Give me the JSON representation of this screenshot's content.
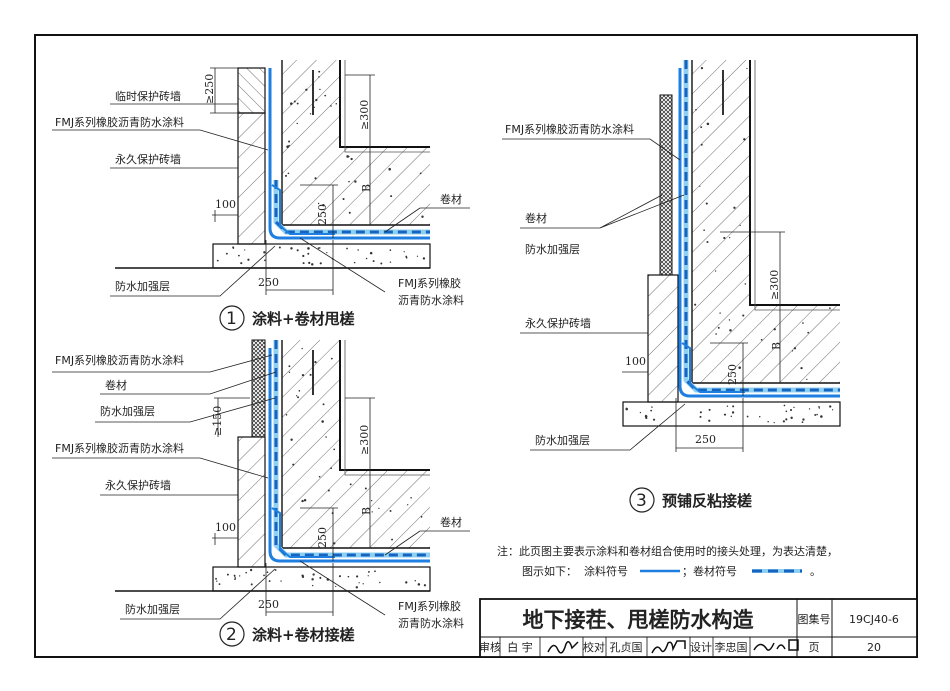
{
  "colors": {
    "coating": "#1e7fe0",
    "membrane_light": "#8fd0f2",
    "membrane_dash": "#1565c0",
    "line": "#222222"
  },
  "details": [
    {
      "number": "1",
      "caption": "涂料+卷材甩槎",
      "labels": {
        "temp_wall": "临时保护砖墙",
        "coating": "FMJ系列橡胶沥青防水涂料",
        "perm_wall": "永久保护砖墙",
        "membrane": "卷材",
        "reinforce": "防水加强层",
        "coating_b1": "FMJ系列橡胶",
        "coating_b2": "沥青防水涂料"
      },
      "dims": {
        "top": "≥250",
        "right": "≥300",
        "wall": "100",
        "vert": "250",
        "horiz": "250",
        "slab": "B"
      }
    },
    {
      "number": "2",
      "caption": "涂料+卷材接槎",
      "labels": {
        "coating_top": "FMJ系列橡胶沥青防水涂料",
        "membrane_top": "卷材",
        "reinforce_top": "防水加强层",
        "coating": "FMJ系列橡胶沥青防水涂料",
        "perm_wall": "永久保护砖墙",
        "membrane": "卷材",
        "reinforce": "防水加强层",
        "coating_b1": "FMJ系列橡胶",
        "coating_b2": "沥青防水涂料"
      },
      "dims": {
        "top": "≥150",
        "right": "≥300",
        "wall": "100",
        "vert": "250",
        "horiz": "250",
        "slab": "B"
      }
    },
    {
      "number": "3",
      "caption": "预铺反粘接槎",
      "labels": {
        "coating": "FMJ系列橡胶沥青防水涂料",
        "membrane": "卷材",
        "reinforce_top": "防水加强层",
        "perm_wall": "永久保护砖墙",
        "reinforce": "防水加强层"
      },
      "dims": {
        "right": "≥300",
        "wall": "100",
        "vert": "250",
        "horiz": "250",
        "slab": "B"
      }
    }
  ],
  "note": {
    "line1": "注：此页图主要表示涂料和卷材组合使用时的接头处理，为表达清楚，",
    "line2_prefix": "图示如下：",
    "coating_symbol_label": "涂料符号",
    "membrane_symbol_label": "；卷材符号",
    "end": "。"
  },
  "title_block": {
    "title": "地下接茬、甩槎防水构造",
    "atlas_label": "图集号",
    "atlas_no": "19CJ40-6",
    "review_label": "审核",
    "reviewer": "白 宇",
    "check_label": "校对",
    "checker": "孔贞国",
    "design_label": "设计",
    "designer": "李忠国",
    "page_label": "页",
    "page_no": "20"
  }
}
